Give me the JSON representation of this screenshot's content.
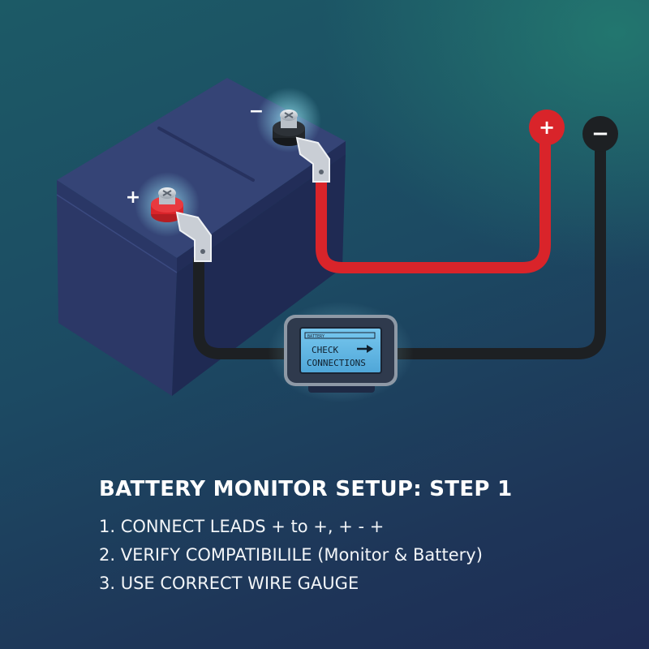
{
  "battery": {
    "positive_terminal_label": "+",
    "negative_terminal_label": "−"
  },
  "leads": {
    "positive_label": "+",
    "negative_label": "−",
    "positive_color": "#d9242a",
    "negative_color": "#1d2023"
  },
  "monitor": {
    "header_text": "BATTERY",
    "screen_line1": "CHECK",
    "screen_line2": "CONNECTIONS",
    "arrow_icon": "arrow-right-icon"
  },
  "instructions": {
    "title": "BATTERY MONITOR SETUP: STEP 1",
    "steps": [
      "1. CONNECT LEADS + to +, + - +",
      "2. VERIFY COMPATIBILILE (Monitor & Battery)",
      "3. USE CORRECT WIRE GAUGE"
    ]
  },
  "colors": {
    "battery_body": "#2c3867",
    "lcd_screen": "#5fb7e6",
    "accent_glow": "#7fe3ff"
  }
}
